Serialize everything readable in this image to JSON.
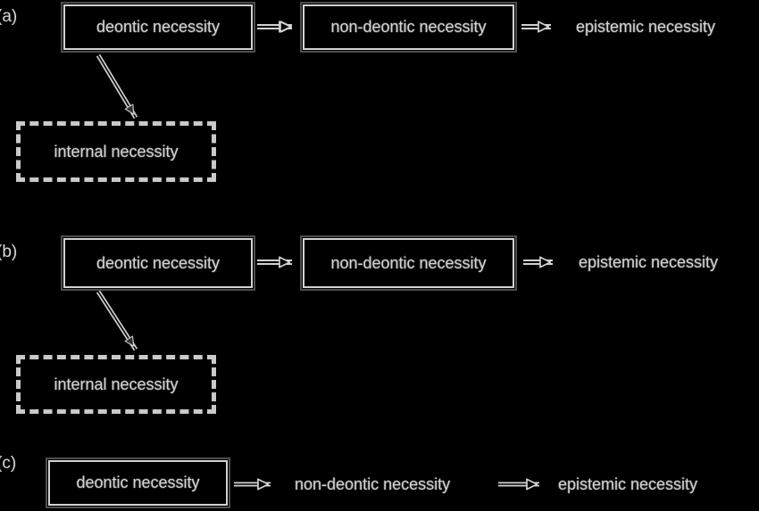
{
  "figure": {
    "title": "deontic / non-deontic / epistemic necessity scale variants",
    "background_color": "#000000",
    "line_color": "#d2d2d2",
    "text_color": "#d5d5d5",
    "box_border_color": "#4e4e4e"
  },
  "rows": [
    {
      "label": "(a)",
      "nodes": [
        {
          "text": "deontic necessity",
          "style": "solid-box"
        },
        {
          "text": "non-deontic necessity",
          "style": "solid-box"
        },
        {
          "text": "epistemic necessity",
          "style": "plain"
        },
        {
          "text": "internal necessity",
          "style": "dashed-box"
        }
      ],
      "arrows": [
        {
          "from": "deontic necessity",
          "to": "non-deontic necessity",
          "kind": "hollow-head"
        },
        {
          "from": "non-deontic necessity",
          "to": "epistemic necessity",
          "kind": "hollow-head"
        },
        {
          "from": "deontic necessity",
          "to": "internal necessity",
          "kind": "filled-head-diagonal"
        }
      ]
    },
    {
      "label": "(b)",
      "nodes": [
        {
          "text": "deontic necessity",
          "style": "solid-box"
        },
        {
          "text": "non-deontic necessity",
          "style": "solid-box"
        },
        {
          "text": "epistemic necessity",
          "style": "plain"
        },
        {
          "text": "internal necessity",
          "style": "dashed-box"
        }
      ],
      "arrows": [
        {
          "from": "deontic necessity",
          "to": "non-deontic necessity",
          "kind": "hollow-head"
        },
        {
          "from": "non-deontic necessity",
          "to": "epistemic necessity",
          "kind": "hollow-head"
        },
        {
          "from": "deontic necessity",
          "to": "internal necessity",
          "kind": "filled-head-diagonal"
        }
      ]
    },
    {
      "label": "(c)",
      "nodes": [
        {
          "text": "deontic necessity",
          "style": "solid-box"
        },
        {
          "text": "non-deontic necessity",
          "style": "plain"
        },
        {
          "text": "epistemic necessity",
          "style": "plain"
        }
      ],
      "arrows": [
        {
          "from": "deontic necessity",
          "to": "non-deontic necessity",
          "kind": "hollow-head"
        },
        {
          "from": "non-deontic necessity",
          "to": "epistemic necessity",
          "kind": "hollow-head"
        }
      ]
    }
  ],
  "labels": {
    "a": "(a)",
    "b": "(b)",
    "c": "(c)",
    "deontic": "deontic necessity",
    "non_deontic": "non-deontic necessity",
    "epistemic": "epistemic necessity",
    "internal": "internal necessity"
  }
}
